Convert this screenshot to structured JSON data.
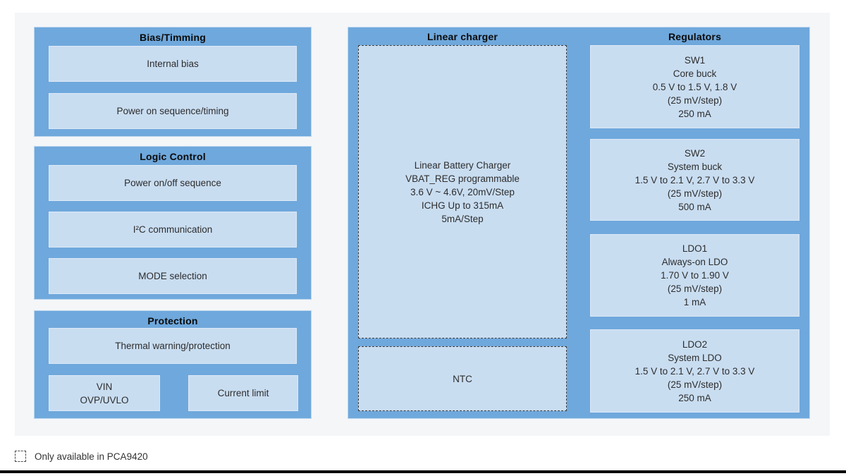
{
  "diagram": {
    "left_groups": [
      {
        "title": "Bias/Timming",
        "boxes": [
          "Internal bias",
          "Power on sequence/timing"
        ]
      },
      {
        "title": "Logic Control",
        "boxes": [
          "Power on/off sequence",
          "I²C communication",
          "MODE selection"
        ]
      },
      {
        "title": "Protection",
        "boxes": [
          "Thermal warning/protection",
          "VIN\nOVP/UVLO",
          "Current limit"
        ]
      }
    ],
    "charger_section": {
      "title": "Linear charger",
      "charger_box": "Linear Battery Charger\nVBAT_REG programmable\n3.6 V ~ 4.6V, 20mV/Step\nICHG Up to 315mA\n5mA/Step",
      "ntc_box": "NTC"
    },
    "regulator_section": {
      "title": "Regulators",
      "boxes": [
        "SW1\nCore buck\n0.5 V to 1.5 V, 1.8 V\n(25 mV/step)\n250 mA",
        "SW2\nSystem buck\n1.5 V to 2.1 V, 2.7 V to 3.3 V\n(25 mV/step)\n500 mA",
        "LDO1\nAlways-on LDO\n1.70 V to 1.90 V\n(25 mV/step)\n1 mA",
        "LDO2\nSystem LDO\n1.5 V to 2.1 V, 2.7 V to 3.3 V\n(25 mV/step)\n250 mA"
      ]
    },
    "legend": {
      "label": "Only available in PCA9420"
    },
    "colors": {
      "container_blue": "#6fa8dc",
      "box_light_blue": "#c9ddf1",
      "panel_gray": "#f4f6f8",
      "dashed_border": "#3c3c3c",
      "bottom_rule": "#000000"
    }
  }
}
